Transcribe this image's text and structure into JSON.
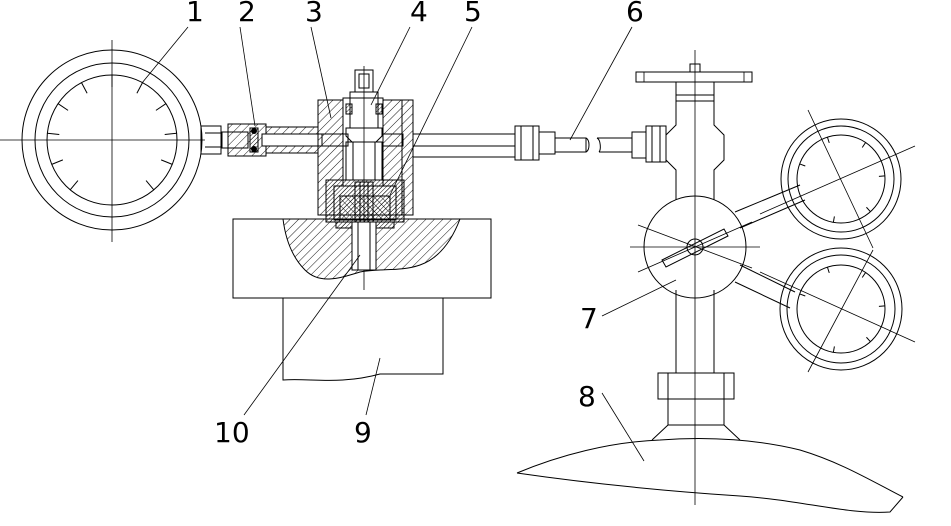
{
  "labels": [
    {
      "id": "1",
      "text": "1"
    },
    {
      "id": "2",
      "text": "2"
    },
    {
      "id": "3",
      "text": "3"
    },
    {
      "id": "4",
      "text": "4"
    },
    {
      "id": "5",
      "text": "5"
    },
    {
      "id": "6",
      "text": "6"
    },
    {
      "id": "7",
      "text": "7"
    },
    {
      "id": "8",
      "text": "8"
    },
    {
      "id": "9",
      "text": "9"
    },
    {
      "id": "10",
      "text": "10"
    }
  ],
  "colors": {
    "ink": "#000000",
    "paper": "#ffffff"
  }
}
